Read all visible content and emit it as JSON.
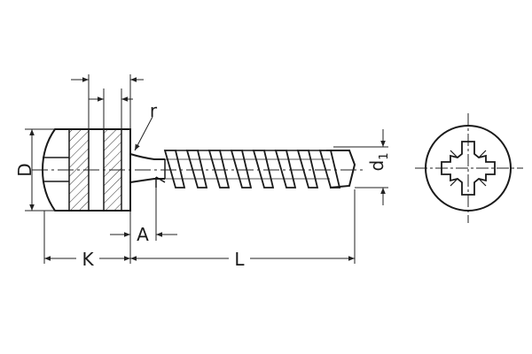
{
  "drawing": {
    "labels": {
      "D": "D",
      "K": "K",
      "L": "L",
      "A": "A",
      "r": "r",
      "d1_main": "d",
      "d1_sub": "1"
    }
  }
}
